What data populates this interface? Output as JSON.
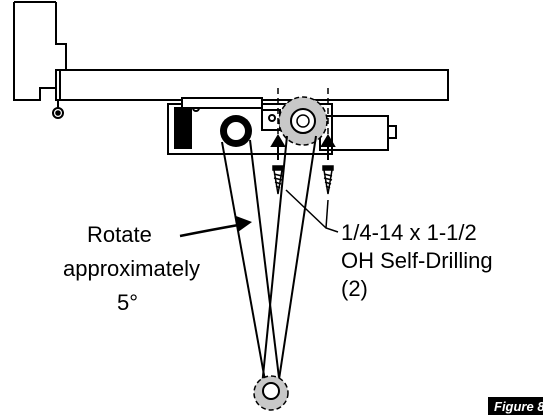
{
  "labels": {
    "rotate_line1": "Rotate",
    "rotate_line2": "approximately",
    "rotate_line3": "5°",
    "screw_line1": "1/4-14 x 1-1/2",
    "screw_line2": "OH Self-Drilling",
    "screw_line3": "(2)"
  },
  "figure_badge": "Figure 8",
  "colors": {
    "ink": "#000000",
    "gray_fill": "#c8c8c8",
    "badge_bg": "#000000"
  }
}
